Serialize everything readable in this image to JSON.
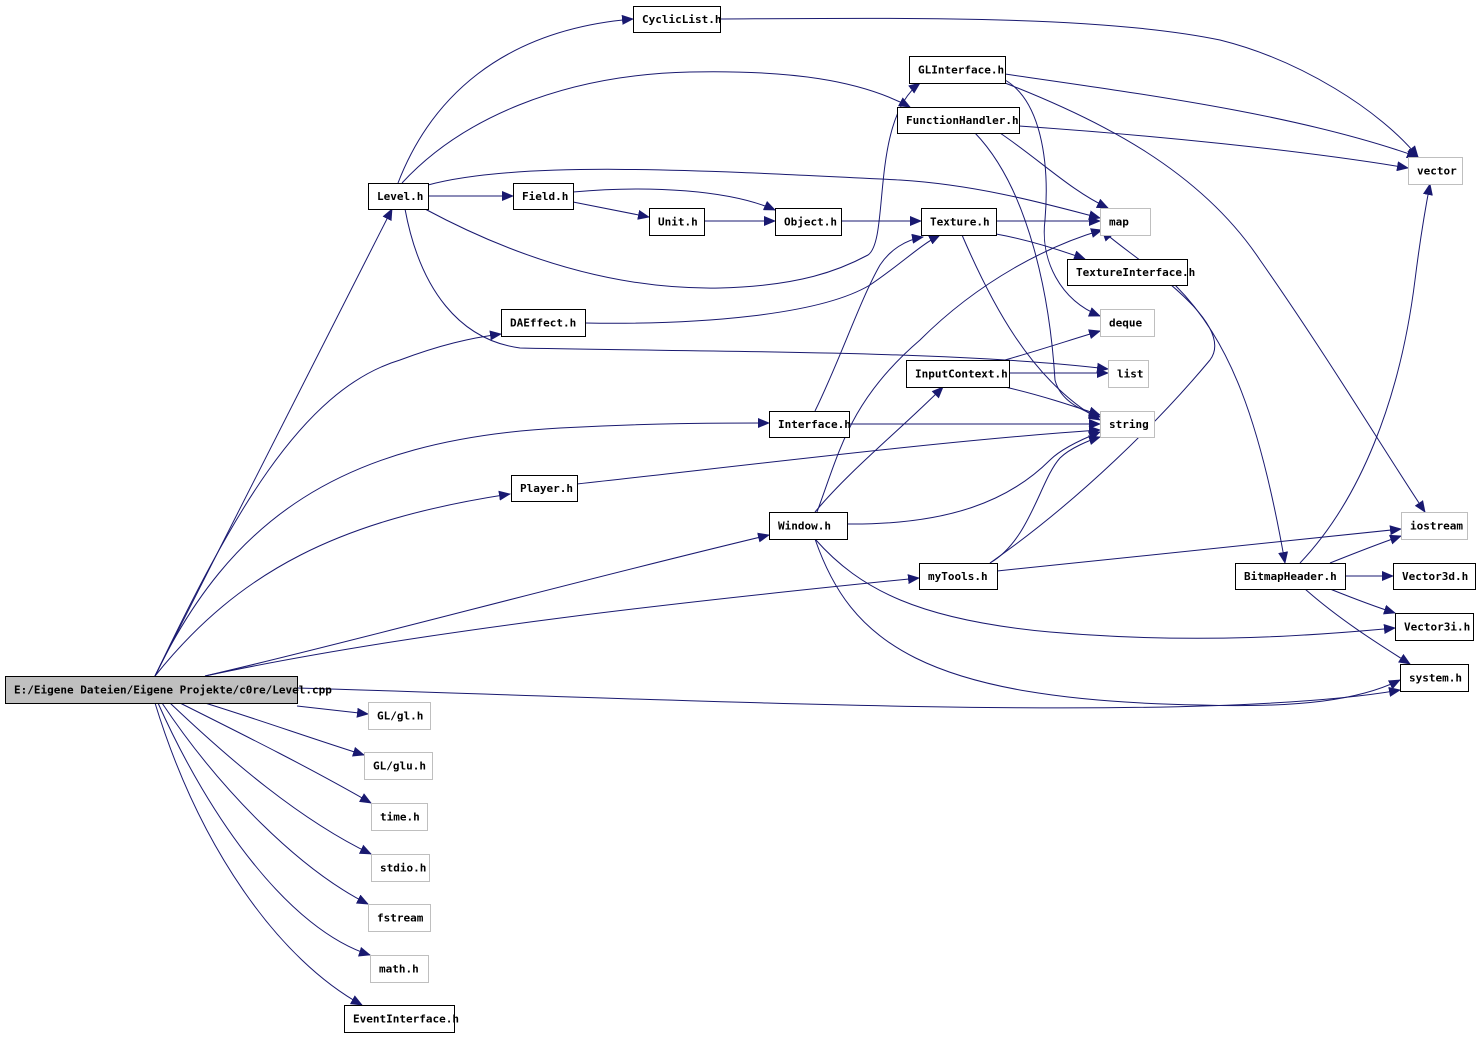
{
  "colors": {
    "edge": "#191970",
    "root_fill": "#bfbfbf",
    "documented_border": "#000000",
    "external_border": "#bfbfbf",
    "node_fill": "#ffffff"
  },
  "nodes": [
    {
      "id": "level_cpp",
      "label": "E:/Eigene Dateien/Eigene Projekte/c0re/Level.cpp",
      "kind": "root"
    },
    {
      "id": "cycliclist",
      "label": "CyclicList.h",
      "kind": "documented"
    },
    {
      "id": "glinterface",
      "label": "GLInterface.h",
      "kind": "documented"
    },
    {
      "id": "functionhandler",
      "label": "FunctionHandler.h",
      "kind": "documented"
    },
    {
      "id": "vector",
      "label": "vector",
      "kind": "external"
    },
    {
      "id": "level_h",
      "label": "Level.h",
      "kind": "documented"
    },
    {
      "id": "field",
      "label": "Field.h",
      "kind": "documented"
    },
    {
      "id": "unit",
      "label": "Unit.h",
      "kind": "documented"
    },
    {
      "id": "object",
      "label": "Object.h",
      "kind": "documented"
    },
    {
      "id": "texture",
      "label": "Texture.h",
      "kind": "documented"
    },
    {
      "id": "map",
      "label": "map",
      "kind": "external"
    },
    {
      "id": "textureinterface",
      "label": "TextureInterface.h",
      "kind": "documented"
    },
    {
      "id": "daeffect",
      "label": "DAEffect.h",
      "kind": "documented"
    },
    {
      "id": "deque",
      "label": "deque",
      "kind": "external"
    },
    {
      "id": "inputcontext",
      "label": "InputContext.h",
      "kind": "documented"
    },
    {
      "id": "list",
      "label": "list",
      "kind": "external"
    },
    {
      "id": "interface",
      "label": "Interface.h",
      "kind": "documented"
    },
    {
      "id": "string",
      "label": "string",
      "kind": "external"
    },
    {
      "id": "player",
      "label": "Player.h",
      "kind": "documented"
    },
    {
      "id": "window",
      "label": "Window.h",
      "kind": "documented"
    },
    {
      "id": "iostream",
      "label": "iostream",
      "kind": "external"
    },
    {
      "id": "mytools",
      "label": "myTools.h",
      "kind": "documented"
    },
    {
      "id": "bitmapheader",
      "label": "BitmapHeader.h",
      "kind": "documented"
    },
    {
      "id": "vector3d",
      "label": "Vector3d.h",
      "kind": "documented"
    },
    {
      "id": "vector3i",
      "label": "Vector3i.h",
      "kind": "documented"
    },
    {
      "id": "system",
      "label": "system.h",
      "kind": "documented"
    },
    {
      "id": "gl",
      "label": "GL/gl.h",
      "kind": "external"
    },
    {
      "id": "glu",
      "label": "GL/glu.h",
      "kind": "external"
    },
    {
      "id": "time",
      "label": "time.h",
      "kind": "external"
    },
    {
      "id": "stdio",
      "label": "stdio.h",
      "kind": "external"
    },
    {
      "id": "fstream",
      "label": "fstream",
      "kind": "external"
    },
    {
      "id": "math",
      "label": "math.h",
      "kind": "external"
    },
    {
      "id": "eventinterface",
      "label": "EventInterface.h",
      "kind": "documented"
    }
  ],
  "edges": [
    {
      "from": "level_cpp",
      "to": "level_h"
    },
    {
      "from": "level_cpp",
      "to": "daeffect"
    },
    {
      "from": "level_cpp",
      "to": "interface"
    },
    {
      "from": "level_cpp",
      "to": "player"
    },
    {
      "from": "level_cpp",
      "to": "window"
    },
    {
      "from": "level_cpp",
      "to": "mytools"
    },
    {
      "from": "level_cpp",
      "to": "system"
    },
    {
      "from": "level_cpp",
      "to": "gl"
    },
    {
      "from": "level_cpp",
      "to": "glu"
    },
    {
      "from": "level_cpp",
      "to": "time"
    },
    {
      "from": "level_cpp",
      "to": "stdio"
    },
    {
      "from": "level_cpp",
      "to": "fstream"
    },
    {
      "from": "level_cpp",
      "to": "math"
    },
    {
      "from": "level_cpp",
      "to": "eventinterface"
    },
    {
      "from": "level_h",
      "to": "cycliclist"
    },
    {
      "from": "level_h",
      "to": "functionhandler"
    },
    {
      "from": "level_h",
      "to": "field"
    },
    {
      "from": "level_h",
      "to": "glinterface"
    },
    {
      "from": "level_h",
      "to": "map"
    },
    {
      "from": "level_h",
      "to": "list"
    },
    {
      "from": "field",
      "to": "unit"
    },
    {
      "from": "field",
      "to": "object"
    },
    {
      "from": "unit",
      "to": "object"
    },
    {
      "from": "object",
      "to": "texture"
    },
    {
      "from": "texture",
      "to": "map"
    },
    {
      "from": "texture",
      "to": "textureinterface"
    },
    {
      "from": "texture",
      "to": "string"
    },
    {
      "from": "cycliclist",
      "to": "vector"
    },
    {
      "from": "glinterface",
      "to": "vector"
    },
    {
      "from": "glinterface",
      "to": "deque"
    },
    {
      "from": "glinterface",
      "to": "iostream"
    },
    {
      "from": "functionhandler",
      "to": "vector"
    },
    {
      "from": "functionhandler",
      "to": "map"
    },
    {
      "from": "functionhandler",
      "to": "string"
    },
    {
      "from": "textureinterface",
      "to": "bitmapheader"
    },
    {
      "from": "daeffect",
      "to": "texture"
    },
    {
      "from": "interface",
      "to": "texture"
    },
    {
      "from": "interface",
      "to": "string"
    },
    {
      "from": "inputcontext",
      "to": "deque"
    },
    {
      "from": "inputcontext",
      "to": "list"
    },
    {
      "from": "inputcontext",
      "to": "string"
    },
    {
      "from": "player",
      "to": "string"
    },
    {
      "from": "window",
      "to": "inputcontext"
    },
    {
      "from": "window",
      "to": "map"
    },
    {
      "from": "window",
      "to": "string"
    },
    {
      "from": "window",
      "to": "vector3i"
    },
    {
      "from": "window",
      "to": "system"
    },
    {
      "from": "mytools",
      "to": "string"
    },
    {
      "from": "mytools",
      "to": "map"
    },
    {
      "from": "mytools",
      "to": "iostream"
    },
    {
      "from": "bitmapheader",
      "to": "vector"
    },
    {
      "from": "bitmapheader",
      "to": "iostream"
    },
    {
      "from": "bitmapheader",
      "to": "vector3d"
    },
    {
      "from": "bitmapheader",
      "to": "vector3i"
    },
    {
      "from": "bitmapheader",
      "to": "system"
    }
  ]
}
